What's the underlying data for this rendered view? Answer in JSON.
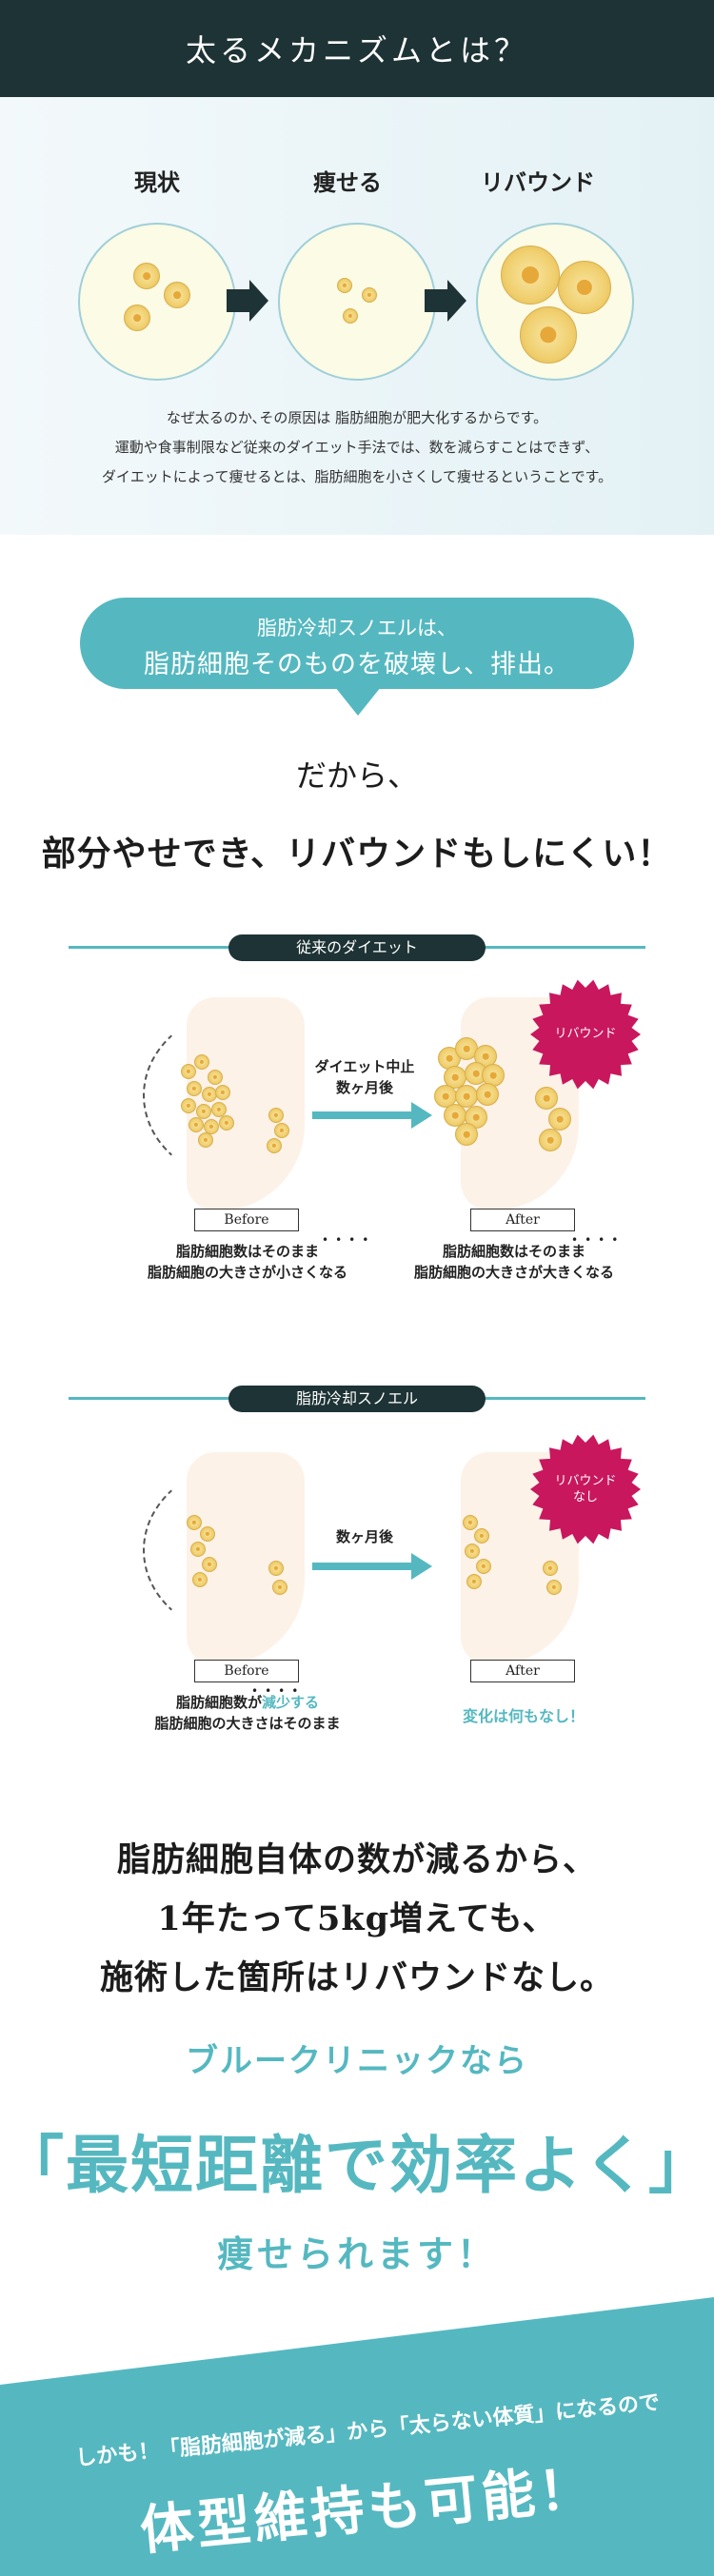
{
  "header": {
    "title": "太るメカニズムとは？"
  },
  "mechanism": {
    "stages": [
      "現状",
      "痩せる",
      "リバウンド"
    ],
    "text": [
      "なぜ太るのか､その原因は 脂肪細胞が肥大化するからです。",
      "運動や食事制限など従来のダイエット手法では、数を減らすことはできず、",
      "ダイエットによって痩せるとは、脂肪細胞を小さくして痩せるということです。"
    ]
  },
  "bubble": {
    "line1": "脂肪冷却スノエルは、",
    "line2": "脂肪細胞そのものを破壊し、排出。"
  },
  "therefore": "だから、",
  "headline": "部分やせでき、リバウンドもしにくい！",
  "conventional": {
    "pill": "従来のダイエット",
    "before_tag": "Before",
    "after_tag": "After",
    "arrow_caption": [
      "ダイエット中止",
      "数ヶ月後"
    ],
    "badge": "リバウンド",
    "before_caption": {
      "l1_pre": "脂肪細胞数は",
      "l1_em": "そのまま",
      "l2": "脂肪細胞の大きさが小さくなる"
    },
    "after_caption": {
      "l1_pre": "脂肪細胞数は",
      "l1_em": "そのまま",
      "l2": "脂肪細胞の大きさが大きくなる"
    }
  },
  "snoel": {
    "pill": "脂肪冷却スノエル",
    "before_tag": "Before",
    "after_tag": "After",
    "arrow_caption": [
      "数ヶ月後"
    ],
    "badge": [
      "リバウンド",
      "なし"
    ],
    "before_caption": {
      "l1_pre": "脂肪細胞数が",
      "l1_em": "減少する",
      "l2": "脂肪細胞の大きさはそのまま"
    },
    "after_note": "変化は何もなし！"
  },
  "summary": [
    "脂肪細胞自体の数が減るから、",
    "1年たって5kg増えても、",
    "施術した箇所はリバウンドなし。"
  ],
  "clinic": {
    "line1": "ブルークリニックなら",
    "line2": "「最短距離で効率よく」",
    "line3": "痩せられます！"
  },
  "band": {
    "line1": "しかも！「脂肪細胞が減る」から「太らない体質」になるので",
    "line2": "体型維持も可能！"
  },
  "colors": {
    "teal": "#55b8c0",
    "navy": "#1e3335",
    "magenta": "#c8175d",
    "cream": "#fbfbe6"
  }
}
